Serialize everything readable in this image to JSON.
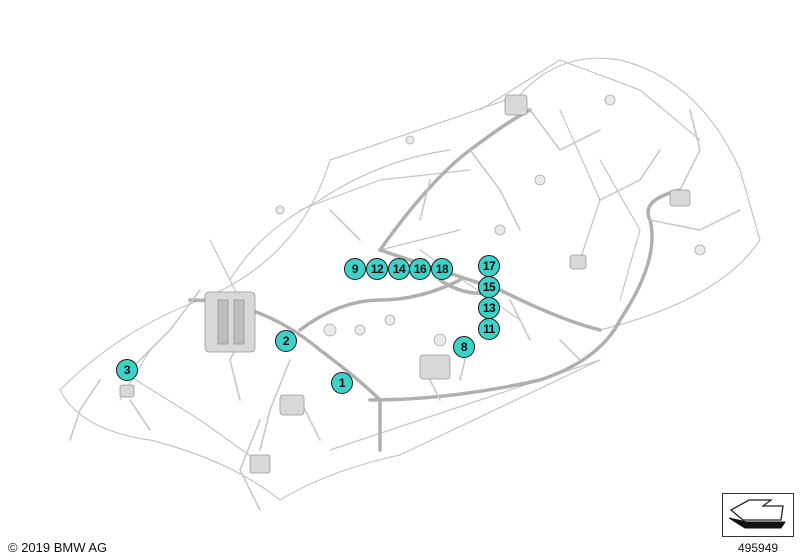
{
  "callouts": [
    {
      "id": "c1",
      "label": "1"
    },
    {
      "id": "c2",
      "label": "2"
    },
    {
      "id": "c3",
      "label": "3"
    },
    {
      "id": "c8",
      "label": "8"
    },
    {
      "id": "c9",
      "label": "9"
    },
    {
      "id": "c12",
      "label": "12"
    },
    {
      "id": "c14",
      "label": "14"
    },
    {
      "id": "c16",
      "label": "16"
    },
    {
      "id": "c18",
      "label": "18"
    },
    {
      "id": "c17",
      "label": "17"
    },
    {
      "id": "c15",
      "label": "15"
    },
    {
      "id": "c13",
      "label": "13"
    },
    {
      "id": "c11",
      "label": "11"
    }
  ],
  "footer": {
    "copyright": "© 2019 BMW AG",
    "image_number": "495949"
  },
  "colors": {
    "callout_fill": "#3ed1c8",
    "wire": "#b8b8b8"
  },
  "icons": {
    "nav": "arrow-icon"
  }
}
